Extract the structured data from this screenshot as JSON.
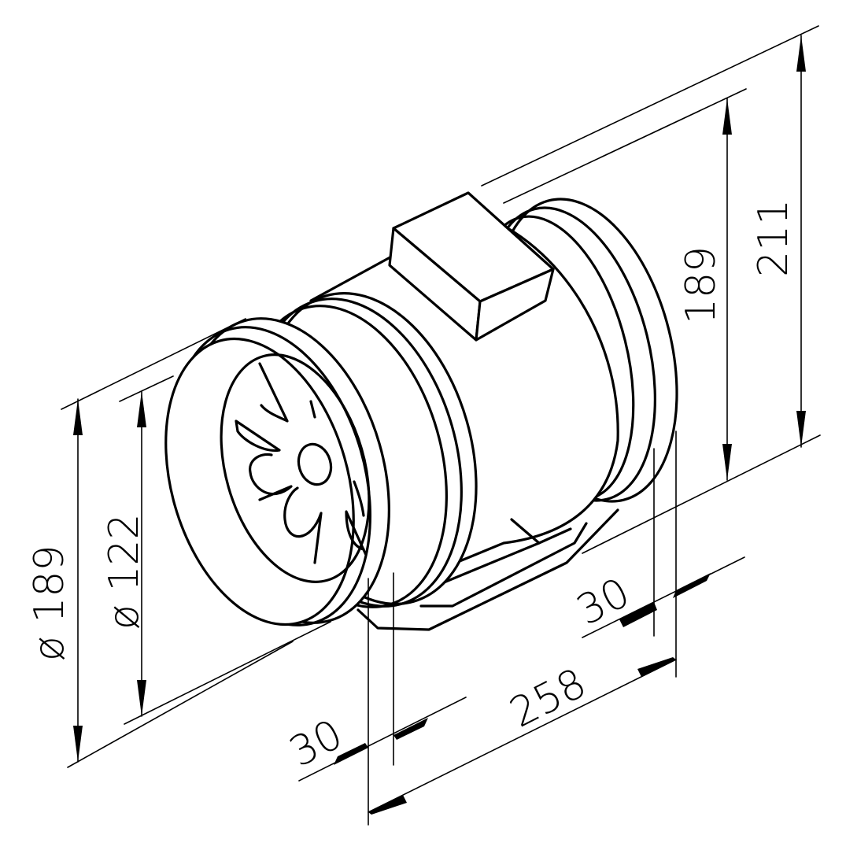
{
  "dimensions": {
    "outer_diameter": "ø 189",
    "inner_diameter": "ø 122",
    "collar_front": "30",
    "length": "258",
    "collar_rear": "30",
    "rear_height": "189",
    "total_height": "211"
  },
  "colors": {
    "line": "#000000",
    "background": "#ffffff"
  }
}
